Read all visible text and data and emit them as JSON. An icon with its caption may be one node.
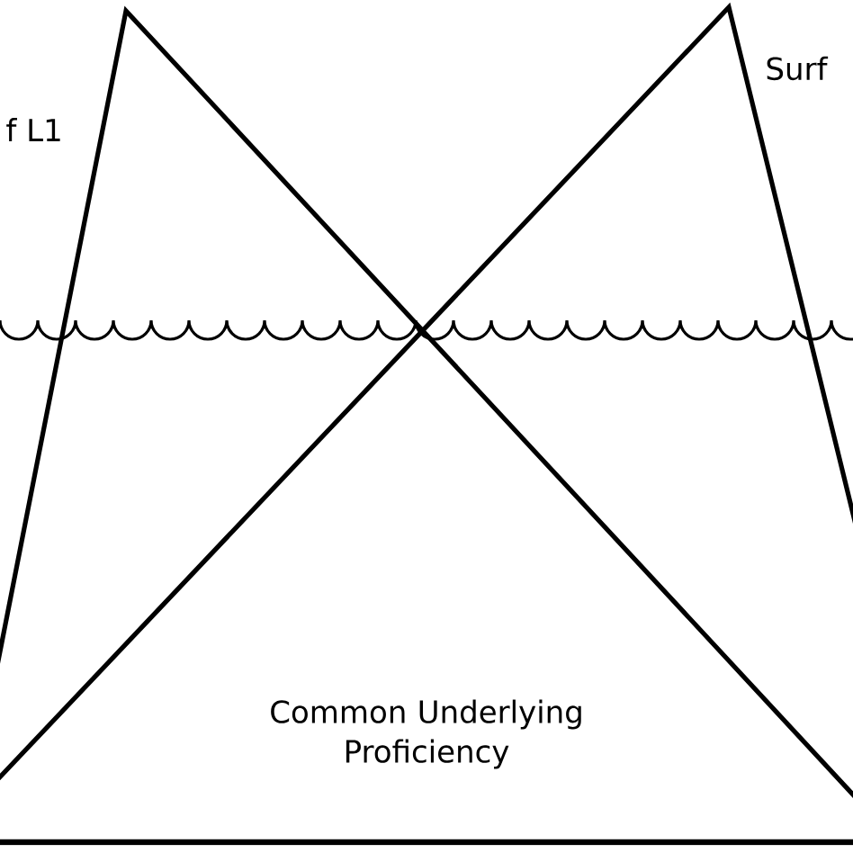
{
  "diagram": {
    "labels": [
      "f L1",
      "Surf",
      "Common Underlying Proficiency"
    ]
  }
}
